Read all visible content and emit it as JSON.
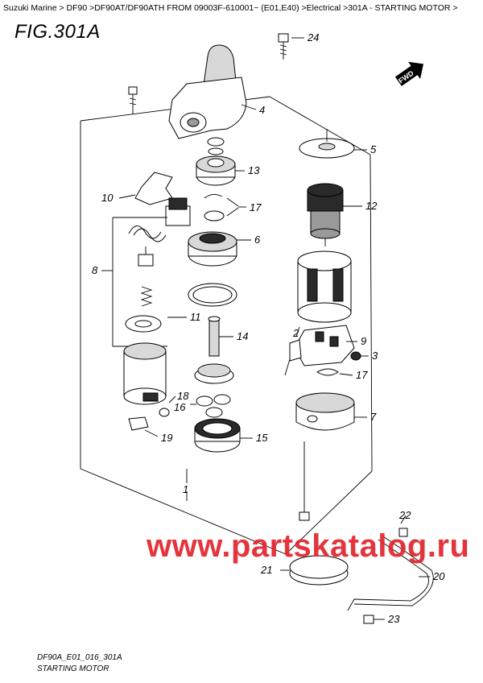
{
  "breadcrumb": "Suzuki Marine > DF90 >DF90AT/DF90ATH FROM 09003F-610001~ (E01,E40) >Electrical >301A - STARTING MOTOR >",
  "figure": {
    "title": "FIG.301A",
    "fwd_label": "FWD"
  },
  "callouts": {
    "c1": "1",
    "c2": "2",
    "c3": "3",
    "c4": "4",
    "c5": "5",
    "c6": "6",
    "c7": "7",
    "c8": "8",
    "c9": "9",
    "c10": "10",
    "c11": "11",
    "c12": "12",
    "c13": "13",
    "c14": "14",
    "c15": "15",
    "c16": "16",
    "c17a": "17",
    "c17b": "17",
    "c18": "18",
    "c19": "19",
    "c20": "20",
    "c21": "21",
    "c22": "22",
    "c23": "23",
    "c24": "24"
  },
  "footer": {
    "code": "DF90A_E01_016_301A",
    "name": "STARTING MOTOR"
  },
  "watermark": "www.partskatalog.ru",
  "colors": {
    "watermark": "#e3262e",
    "line": "#000000",
    "background": "#ffffff"
  }
}
